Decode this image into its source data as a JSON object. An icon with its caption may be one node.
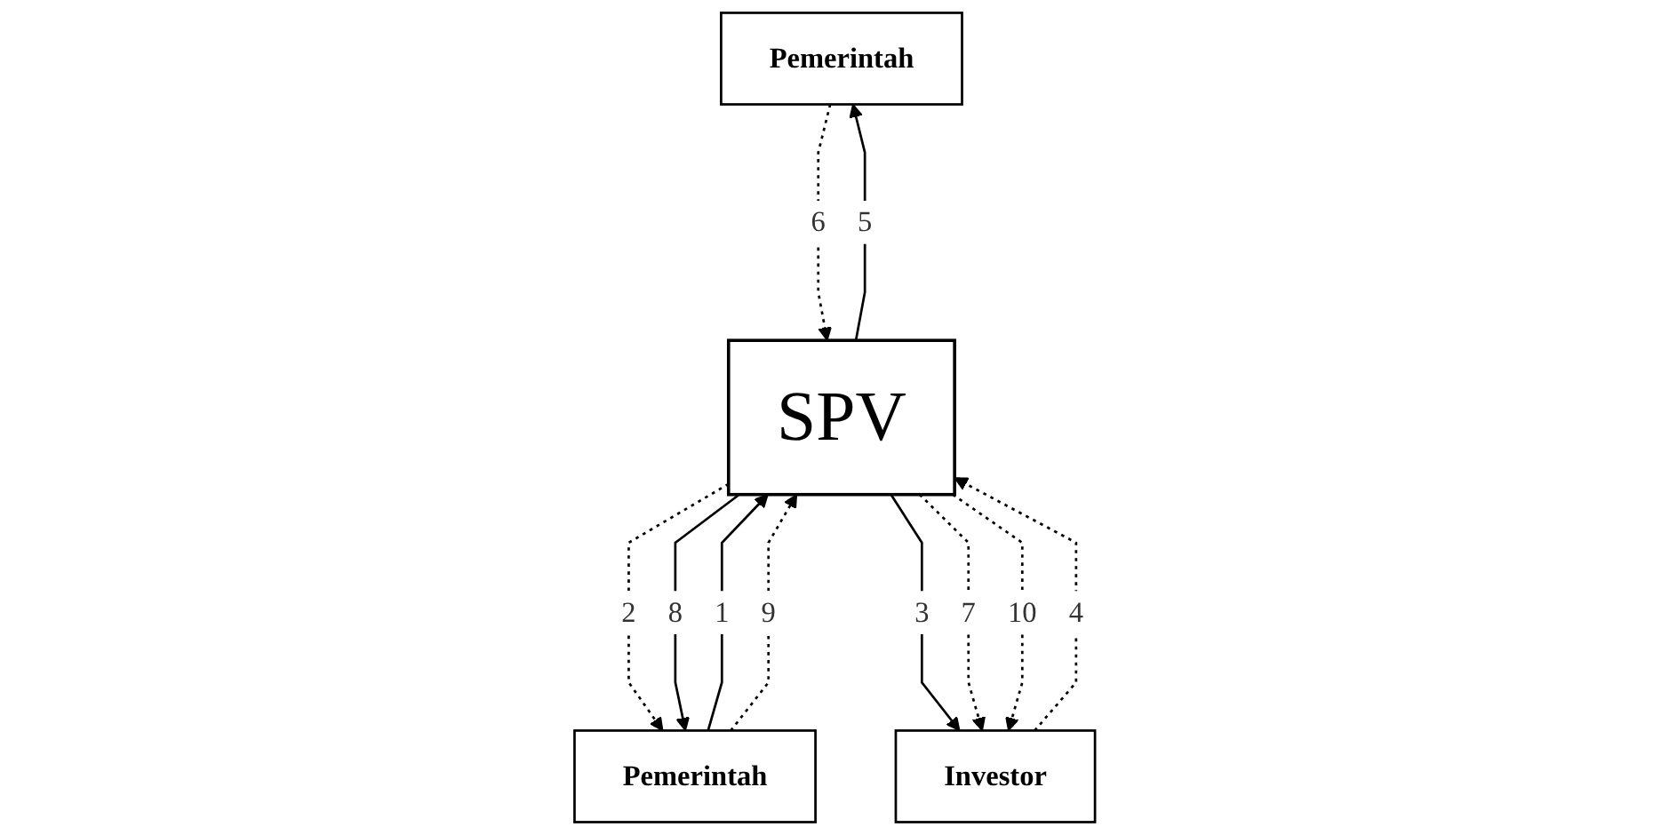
{
  "diagram": {
    "nodes": [
      {
        "text": [
          "Pemerintah"
        ]
      },
      {
        "text": [
          "Pemerintah"
        ]
      },
      {
        "text": [
          "Investor"
        ]
      },
      {
        "text": [
          "SPV"
        ]
      }
    ],
    "edges": [
      {
        "from": 1,
        "to": 3,
        "arrow": "to",
        "label": "1"
      },
      {
        "from": 3,
        "to": 1,
        "arrow": "to",
        "label": "2",
        "style": "dashed"
      },
      {
        "from": 3,
        "to": 2,
        "arrow": "to",
        "label": "3"
      },
      {
        "from": 2,
        "to": 3,
        "arrow": "to",
        "label": "4",
        "style": "dashed"
      },
      {
        "from": 3,
        "to": 0,
        "arrow": "to",
        "label": "5"
      },
      {
        "from": 0,
        "to": 3,
        "arrow": "to",
        "label": "6",
        "style": "dashed"
      },
      {
        "from": 3,
        "to": 2,
        "arrow": "to",
        "label": "7",
        "style": "dashed"
      },
      {
        "from": 3,
        "to": 1,
        "arrow": "to",
        "label": "8"
      },
      {
        "from": 1,
        "to": 3,
        "arrow": "to",
        "label": "9",
        "style": "dashed"
      },
      {
        "from": 3,
        "to": 2,
        "arrow": "to",
        "label": "10",
        "style": "dashed"
      }
    ]
  }
}
